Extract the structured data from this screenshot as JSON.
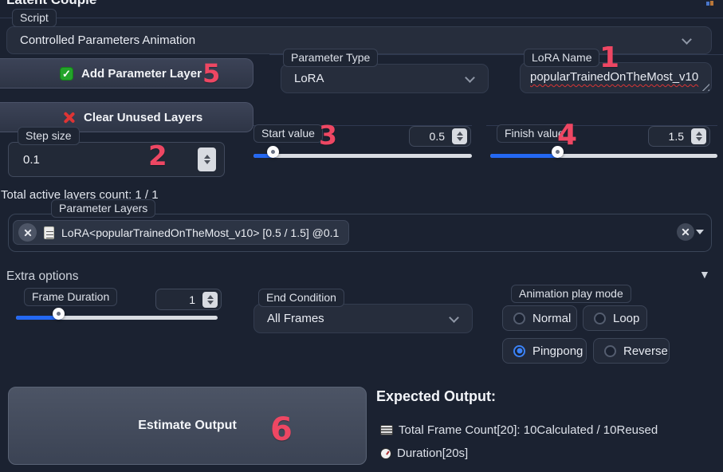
{
  "colors": {
    "accent": "#2468f2",
    "annotation": "#ee4763",
    "check_green": "#23a42a",
    "x_red": "#de3434"
  },
  "window": {
    "title": "Latent Couple"
  },
  "script": {
    "label": "Script",
    "selected": "Controlled Parameters Animation"
  },
  "toolbar": {
    "add_layer_label": "Add Parameter Layer",
    "clear_layers_label": "Clear Unused Layers"
  },
  "parameter_type": {
    "label": "Parameter Type",
    "value": "LoRA"
  },
  "lora_name": {
    "label": "LoRA Name",
    "value": "popularTrainedOnTheMost_v10"
  },
  "step_size": {
    "label": "Step size",
    "value": "0.1"
  },
  "start_value": {
    "label": "Start value",
    "value": "0.5"
  },
  "finish_value": {
    "label": "Finish value",
    "value": "1.5"
  },
  "layers": {
    "active_count_text": "Total active layers count: 1 / 1",
    "label": "Parameter Layers",
    "token_text": "LoRA<popularTrainedOnTheMost_v10> [0.5 / 1.5] @0.1"
  },
  "extra": {
    "label": "Extra options"
  },
  "frame_duration": {
    "label": "Frame Duration",
    "value": "1"
  },
  "end_condition": {
    "label": "End Condition",
    "value": "All Frames"
  },
  "play_mode": {
    "label": "Animation play mode",
    "options": [
      "Normal",
      "Loop",
      "Pingpong",
      "Reverse"
    ],
    "selected": "Pingpong"
  },
  "estimate": {
    "button_label": "Estimate Output"
  },
  "expected": {
    "heading": "Expected Output:",
    "frame_line": "Total Frame Count[20]: 10Calculated / 10Reused",
    "duration_line": "Duration[20s]"
  },
  "annotations": [
    "1",
    "2",
    "3",
    "4",
    "5",
    "6"
  ]
}
